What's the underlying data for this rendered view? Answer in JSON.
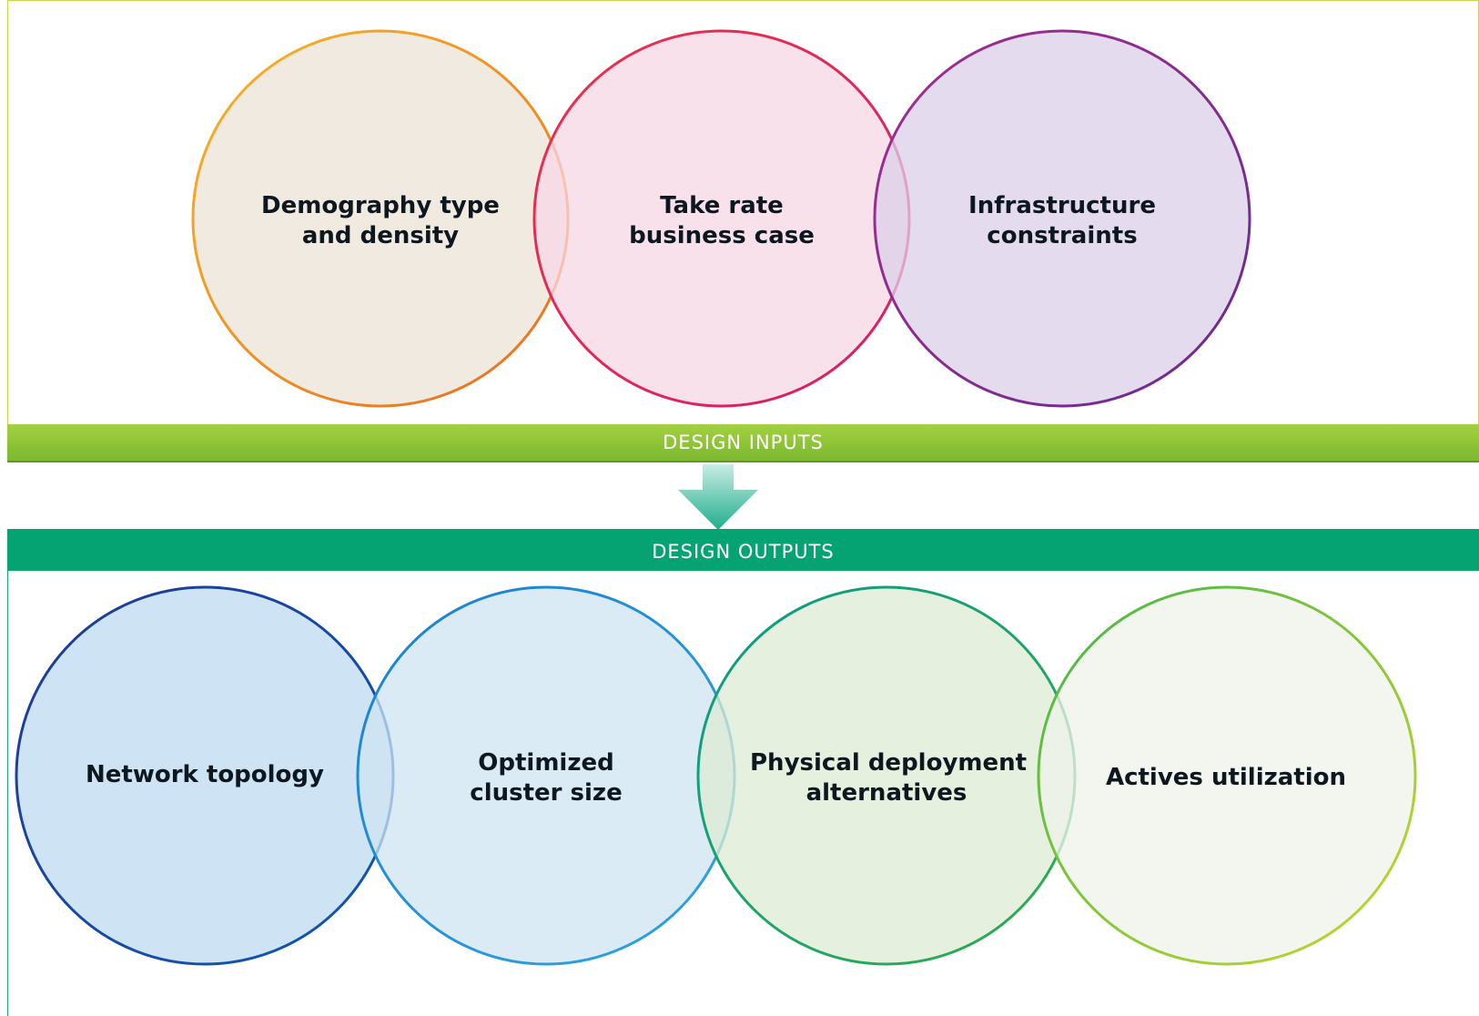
{
  "inputs": {
    "band_label": "DESIGN INPUTS",
    "items": [
      {
        "line1": "Demography type",
        "line2": "and density",
        "color_from": "#f6b52a",
        "color_to": "#ea6d1f",
        "fill": "#eee6dc"
      },
      {
        "line1": "Take rate",
        "line2": "business case",
        "color_from": "#e8334a",
        "color_to": "#d61c6b",
        "fill": "#f7d7e6"
      },
      {
        "line1": "Infrastructure",
        "line2": "constraints",
        "color_from": "#a12f8f",
        "color_to": "#6a2a8e",
        "fill": "#dccfe8"
      }
    ]
  },
  "outputs": {
    "band_label": "DESIGN OUTPUTS",
    "items": [
      {
        "line1": "Network topology",
        "line2": "",
        "color_from": "#1f3a93",
        "color_to": "#0f58b0",
        "fill": "#c6dff2"
      },
      {
        "line1": "Optimized",
        "line2": "cluster size",
        "color_from": "#1a7fcf",
        "color_to": "#2fa6df",
        "fill": "#cde4f1"
      },
      {
        "line1": "Physical deployment",
        "line2": "alternatives",
        "color_from": "#0a9a8a",
        "color_to": "#2fae4a",
        "fill": "#dcebd3"
      },
      {
        "line1": "Actives utilization",
        "line2": "",
        "color_from": "#43b649",
        "color_to": "#c6d82a",
        "fill": "#eef3ea"
      }
    ]
  },
  "colors": {
    "inputs_band": "#8cc43a",
    "outputs_band": "#05a372",
    "arrow": "#3fbfa8"
  }
}
